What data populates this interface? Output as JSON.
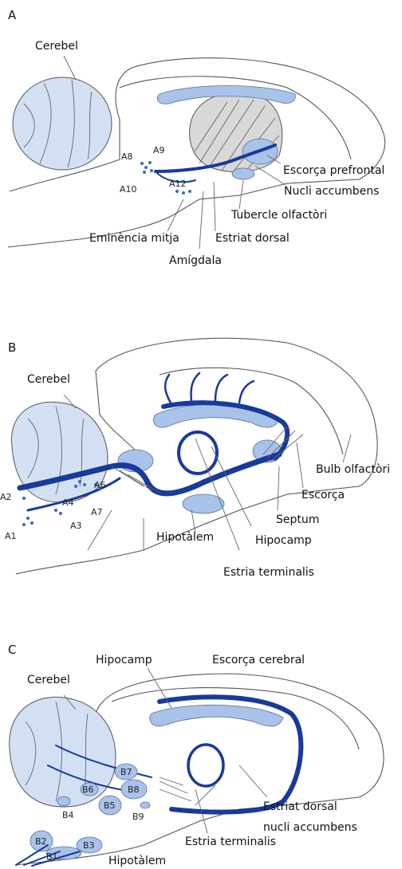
{
  "panels": [
    {
      "letter": "A",
      "labels": {
        "cerebellum": "Cerebel",
        "prefrontal": "Escorça prefrontal",
        "accumbens": "Nucli accumbens",
        "olfactory_tubercle": "Tubercle olfactòri",
        "dorsal_striatum": "Estriat dorsal",
        "median_eminence": "Eminència mitja",
        "amygdala": "Amígdala"
      },
      "nuclei": [
        "A8",
        "A9",
        "A10",
        "A12"
      ]
    },
    {
      "letter": "B",
      "labels": {
        "cerebellum": "Cerebel",
        "olfactory_bulb": "Bulb olfactòri",
        "cortex": "Escorça",
        "septum": "Septum",
        "hippocampus": "Hipocamp",
        "hypothalamus": "Hipotàlem",
        "stria_terminalis": "Estria terminalis"
      },
      "nuclei": [
        "A6",
        "A4",
        "A2",
        "A7",
        "A3",
        "A1"
      ]
    },
    {
      "letter": "C",
      "labels": {
        "hippocampus": "Hipocamp",
        "cerebral_cortex": "Escorça cerebral",
        "cerebellum": "Cerebel",
        "dorsal_striatum": "Estriat dorsal",
        "accumbens": "nucli accumbens",
        "stria_terminalis": "Estria terminalis",
        "hypothalamus": "Hipotàlem"
      },
      "nuclei": [
        "B7",
        "B8",
        "B6",
        "B5",
        "B4",
        "B9",
        "B2",
        "B3",
        "B1"
      ]
    }
  ],
  "colors": {
    "tract": "#173a9c",
    "light_region": "#a9c2ea",
    "cerebellum_fill": "#d3e0f4",
    "outline": "#555555"
  }
}
